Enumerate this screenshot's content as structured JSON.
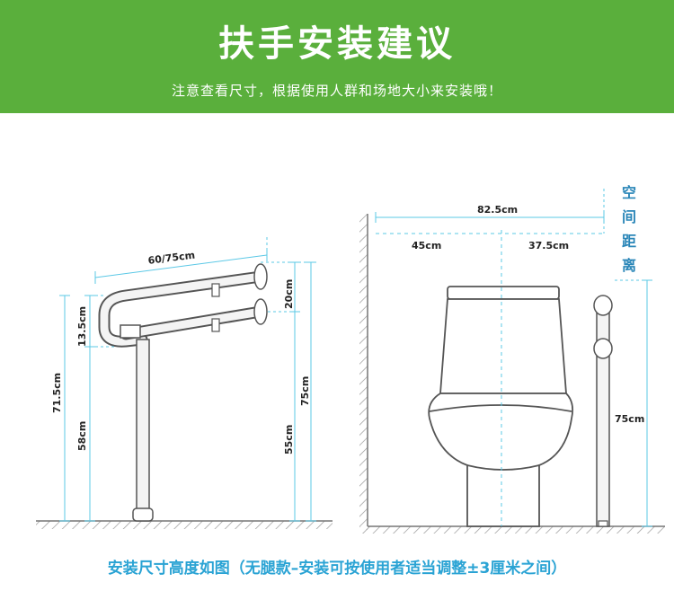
{
  "header": {
    "title": "扶手安装建议",
    "subtitle": "注意查看尺寸，根据使用人群和场地大小来安装哦！"
  },
  "left_diagram": {
    "width_label": "60/75cm",
    "grip_gap_label": "13.5cm",
    "total_height_label": "71.5cm",
    "lower_height_label": "58cm",
    "top_spacing_label": "20cm",
    "upper_rail_height_label": "75cm",
    "lower_rail_height_label": "55cm"
  },
  "right_diagram": {
    "total_width_label": "82.5cm",
    "left_width_label": "45cm",
    "right_width_label": "37.5cm",
    "space_distance_label": [
      "空",
      "间",
      "距",
      "离"
    ],
    "rail_height_label": "75cm"
  },
  "footer": {
    "note": "安装尺寸高度如图（无腿款–安装可按使用者适当调整±3厘米之间）"
  },
  "colors": {
    "banner": "#5aaf3c",
    "dimension_line": "#5bc8e6",
    "footer_text": "#2aa3d4"
  }
}
